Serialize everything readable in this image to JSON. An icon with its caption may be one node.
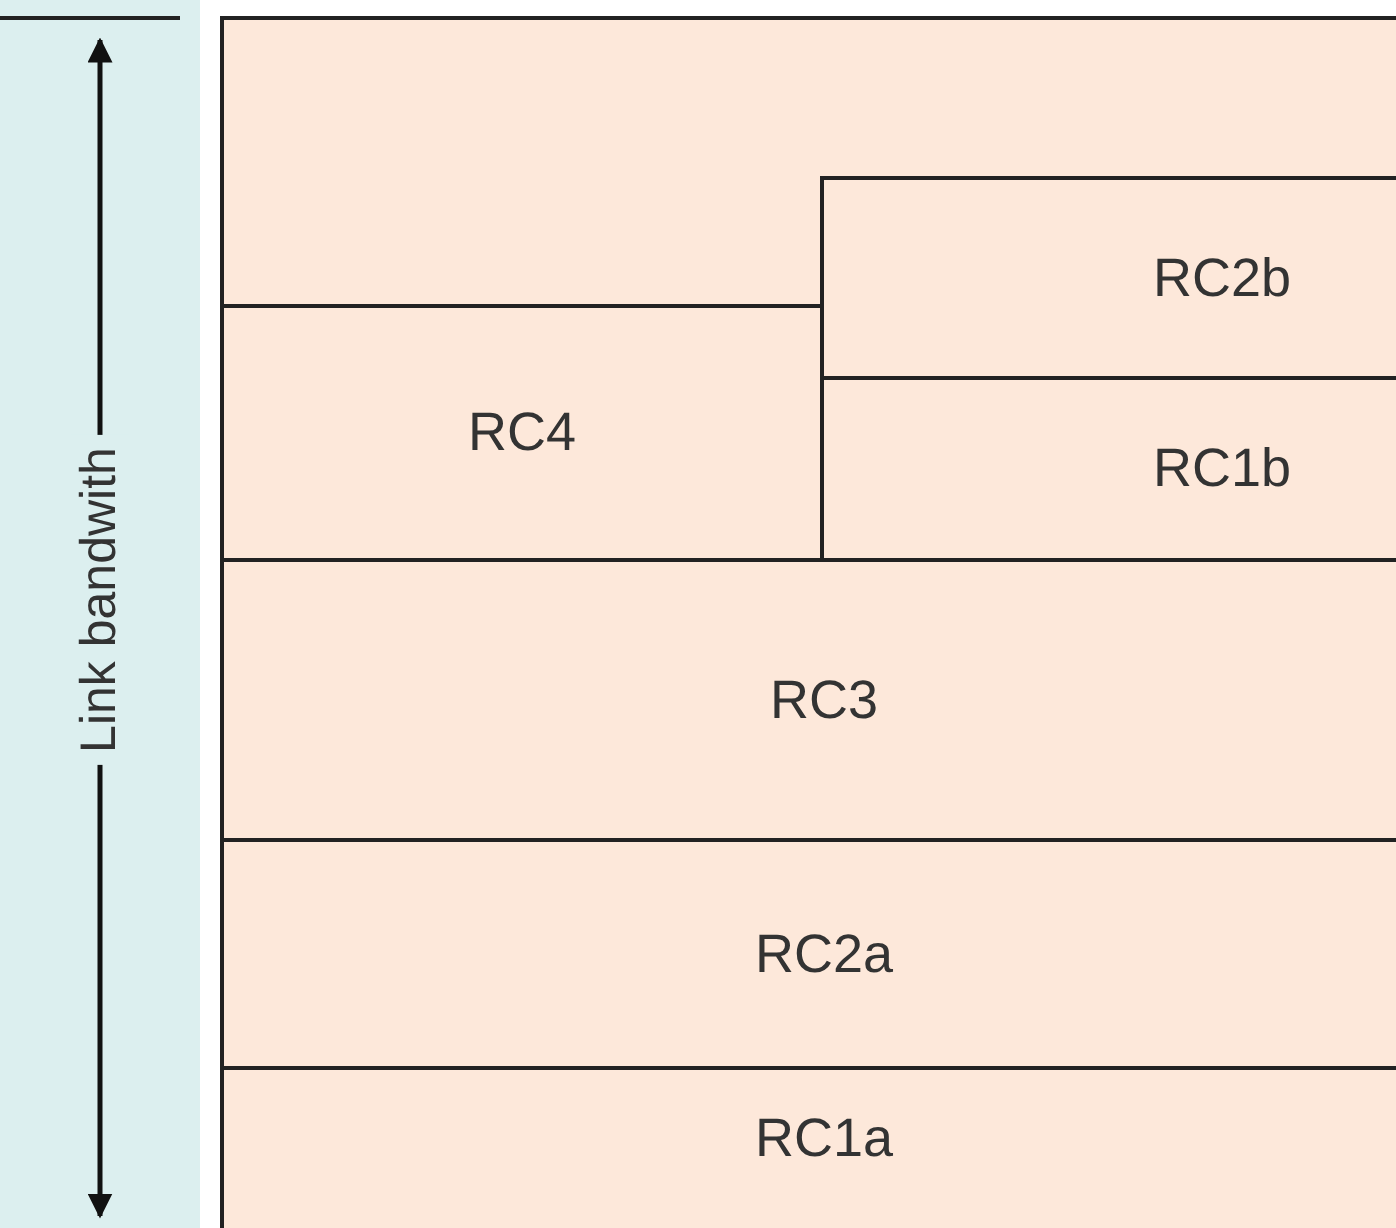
{
  "diagram": {
    "nodes": [
      {
        "text": [
          "RC2b"
        ]
      },
      {
        "text": [
          "RC4"
        ]
      },
      {
        "text": [
          "RC1b"
        ]
      },
      {
        "text": [
          "RC3"
        ]
      },
      {
        "text": [
          "RC2a"
        ]
      },
      {
        "text": [
          "RC1a"
        ]
      }
    ],
    "labels": [
      "Link bandwith"
    ]
  }
}
